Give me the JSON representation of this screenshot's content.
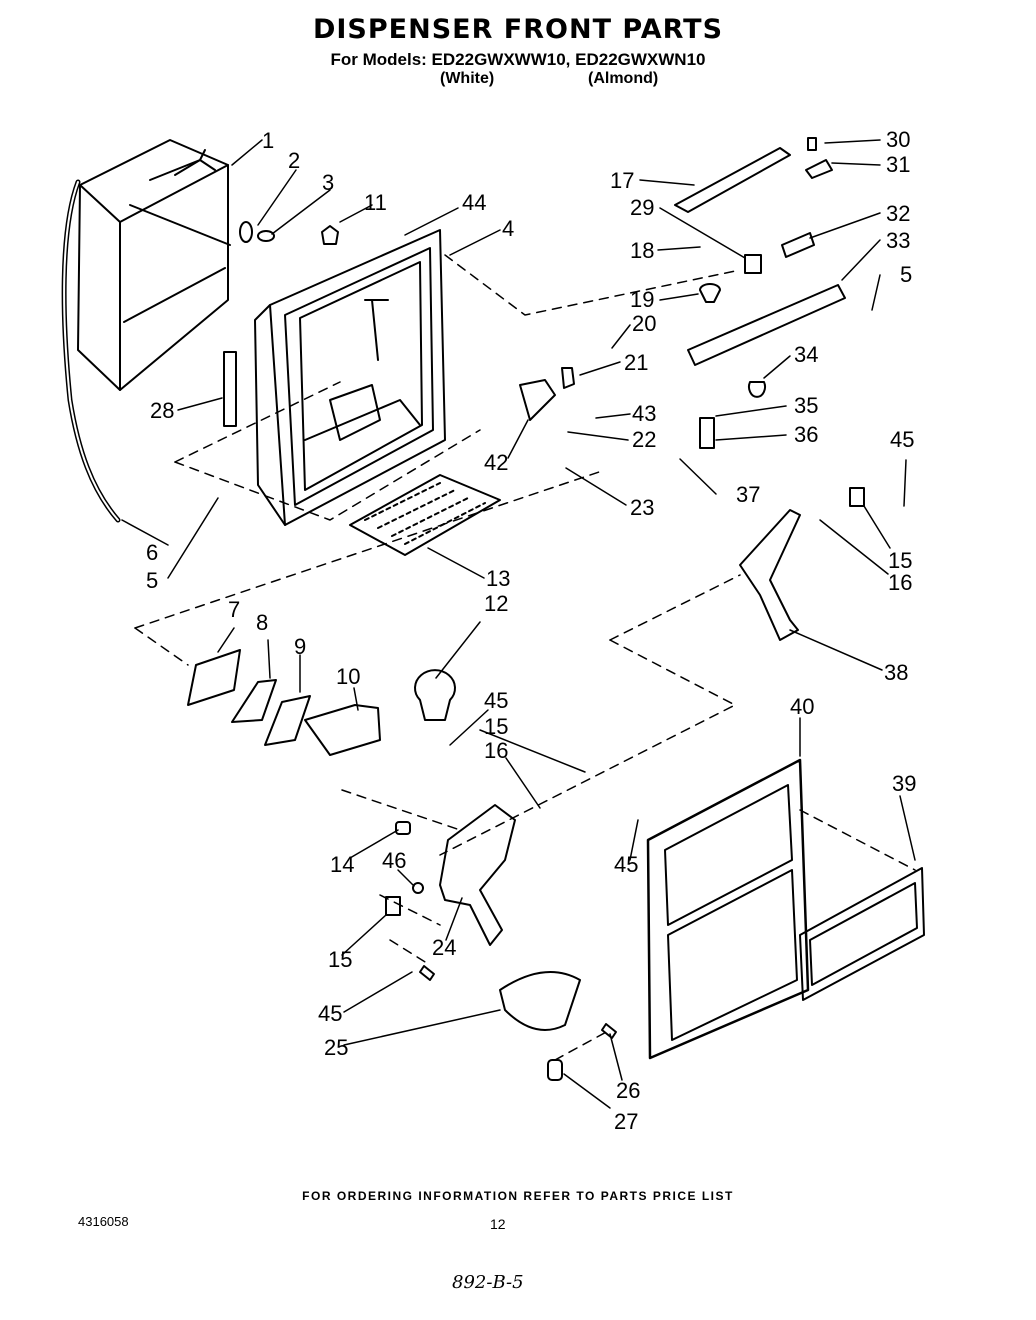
{
  "header": {
    "title": "DISPENSER FRONT PARTS",
    "models": "For Models: ED22GWXWW10, ED22GWXWN10",
    "variant_white": "(White)",
    "variant_almond": "(Almond)"
  },
  "callouts": [
    "1",
    "2",
    "3",
    "11",
    "44",
    "4",
    "30",
    "31",
    "17",
    "29",
    "32",
    "33",
    "18",
    "5",
    "19",
    "20",
    "34",
    "21",
    "43",
    "35",
    "42",
    "22",
    "36",
    "28",
    "23",
    "37",
    "45",
    "15",
    "16",
    "6",
    "5",
    "13",
    "12",
    "7",
    "8",
    "9",
    "10",
    "45",
    "15",
    "16",
    "38",
    "40",
    "39",
    "14",
    "46",
    "45",
    "15",
    "24",
    "45",
    "25",
    "26",
    "27"
  ],
  "footer": {
    "ordering_note": "FOR ORDERING INFORMATION REFER TO PARTS PRICE LIST",
    "part_number": "4316058",
    "page_number": "12",
    "handwritten_note": "892-B-5"
  }
}
